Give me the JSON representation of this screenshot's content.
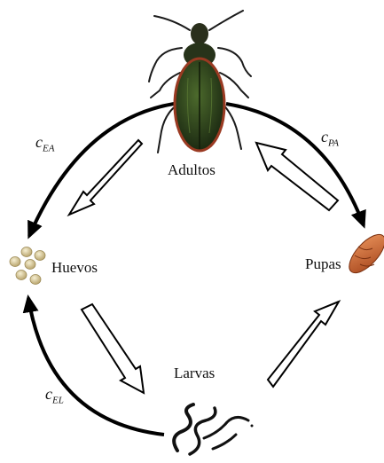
{
  "stages": {
    "adults": "Adultos",
    "eggs": "Huevos",
    "larvae": "Larvas",
    "pupae": "Pupas"
  },
  "coefficients": {
    "ea": {
      "base": "c",
      "sub": "EA"
    },
    "pa": {
      "base": "c",
      "sub": "PA"
    },
    "el": {
      "base": "c",
      "sub": "EL"
    }
  }
}
